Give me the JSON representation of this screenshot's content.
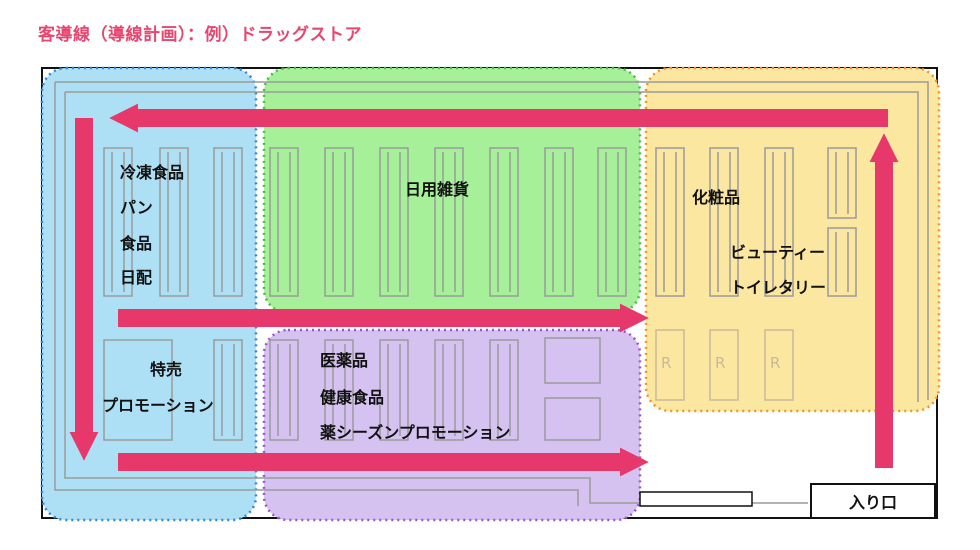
{
  "title": "客導線（導線計画）：例）ドラッグストア",
  "colors": {
    "accent": "#e8456f",
    "arrow": "#e6386b",
    "zone_blue": "#aee0f5",
    "zone_green": "#a6f09a",
    "zone_yellow": "#fce7a1",
    "zone_purple": "#d5c2f0"
  },
  "zones": {
    "frozen": [
      "冷凍食品",
      "パン",
      "食品",
      "日配"
    ],
    "daily": [
      "日用雑貨"
    ],
    "cosmetics": [
      "化粧品"
    ],
    "beauty": [
      "ビューティー",
      "トイレタリー"
    ],
    "special": [
      "特売",
      "プロモーション"
    ],
    "medicine": [
      "医薬品",
      "健康食品",
      "薬シーズンプロモーション"
    ]
  },
  "register_mark": "R",
  "entrance": "入り口"
}
